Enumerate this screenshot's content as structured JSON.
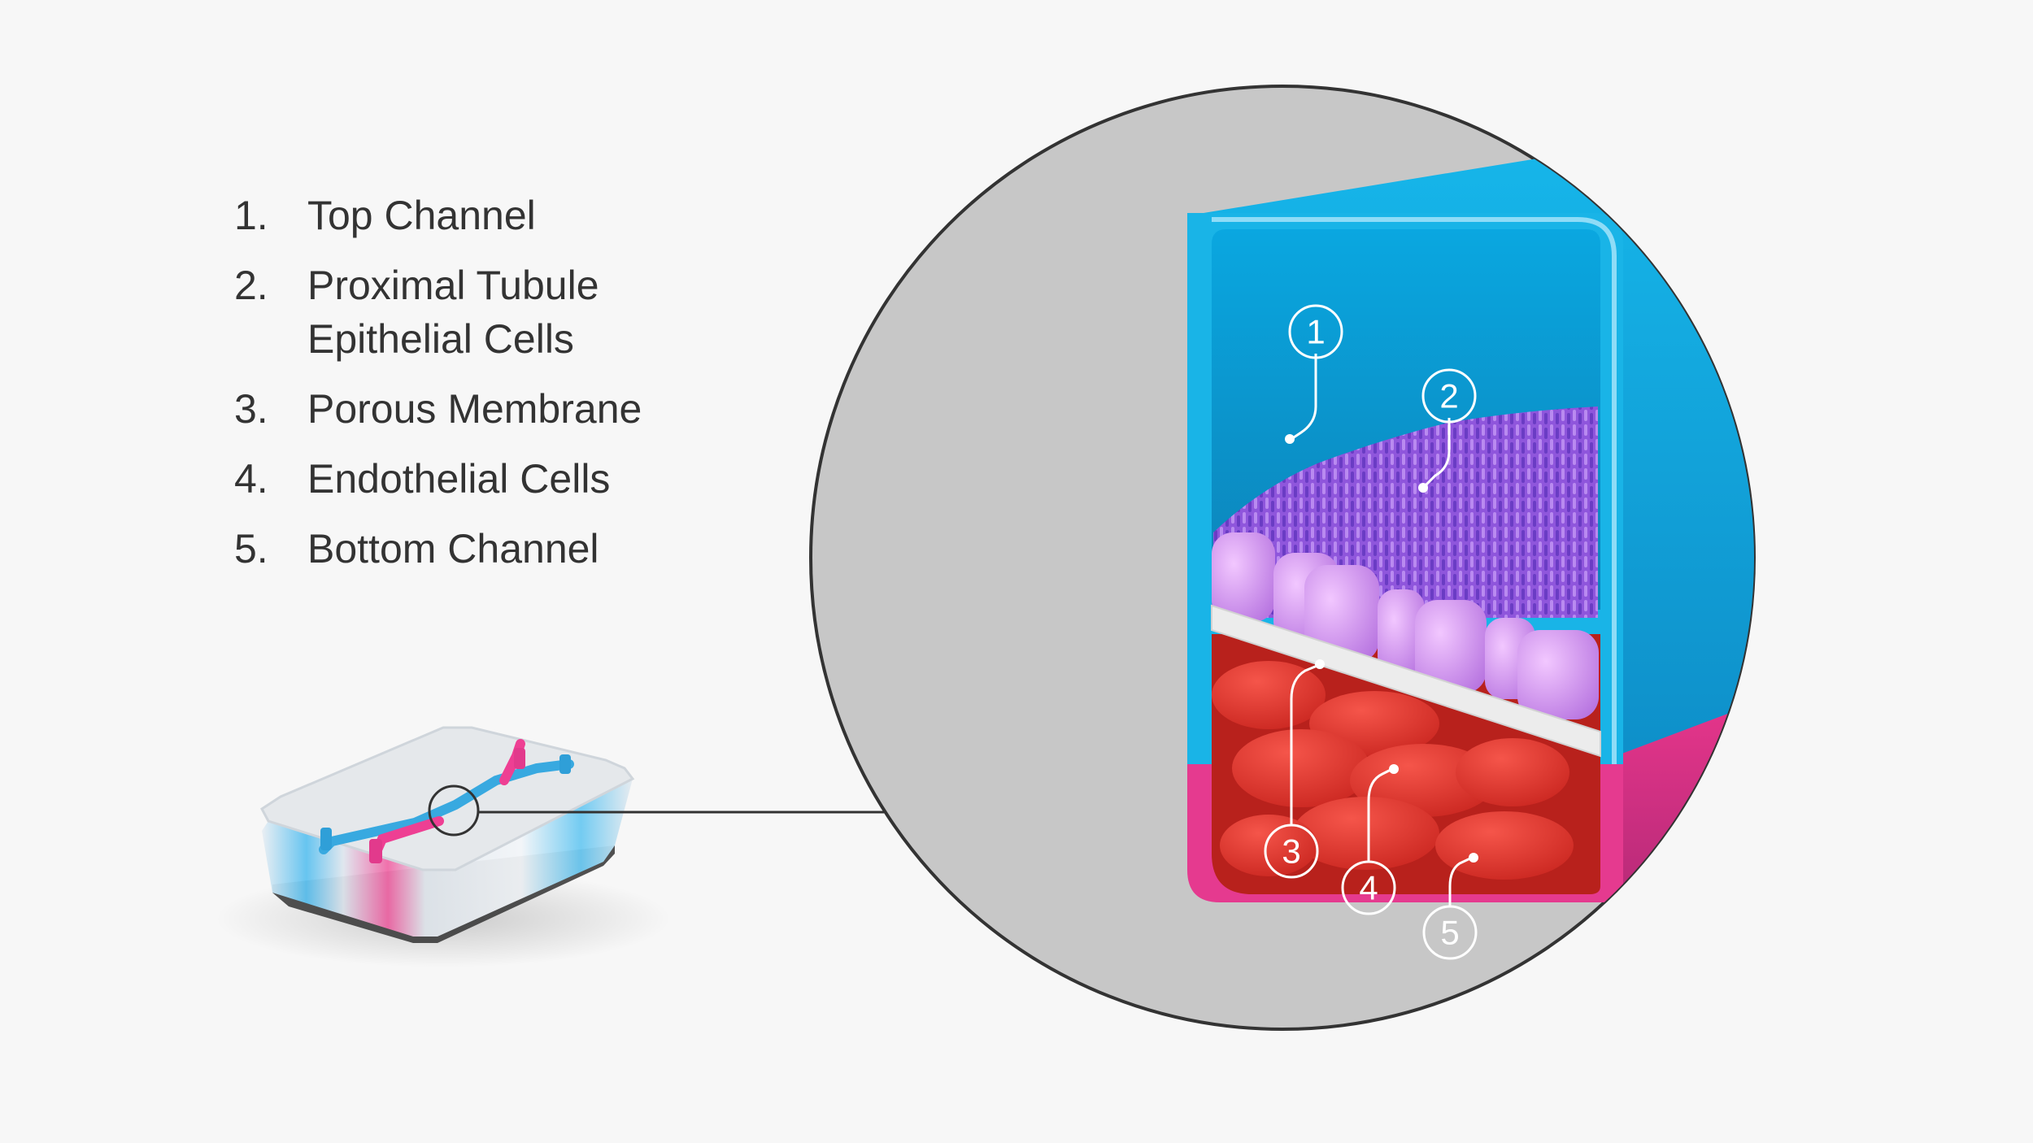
{
  "legend": {
    "items": [
      {
        "number": "1.",
        "label": "Top Channel"
      },
      {
        "number": "2.",
        "label": "Proximal Tubule Epithelial Cells"
      },
      {
        "number": "3.",
        "label": "Porous Membrane"
      },
      {
        "number": "4.",
        "label": "Endothelial Cells"
      },
      {
        "number": "5.",
        "label": "Bottom Channel"
      }
    ]
  },
  "callouts": {
    "c1": "1",
    "c2": "2",
    "c3": "3",
    "c4": "4",
    "c5": "5"
  },
  "colors": {
    "background": "#f7f7f7",
    "zoom_circle": "#c7c7c7",
    "top_channel": "#1bb7e6",
    "bottom_channel": "#e8338e",
    "epithelial_cells": "#c27be6",
    "microvilli": "#7b4ad8",
    "membrane": "#ececec",
    "endothelial_cells": "#e0352d",
    "text": "#333333"
  }
}
